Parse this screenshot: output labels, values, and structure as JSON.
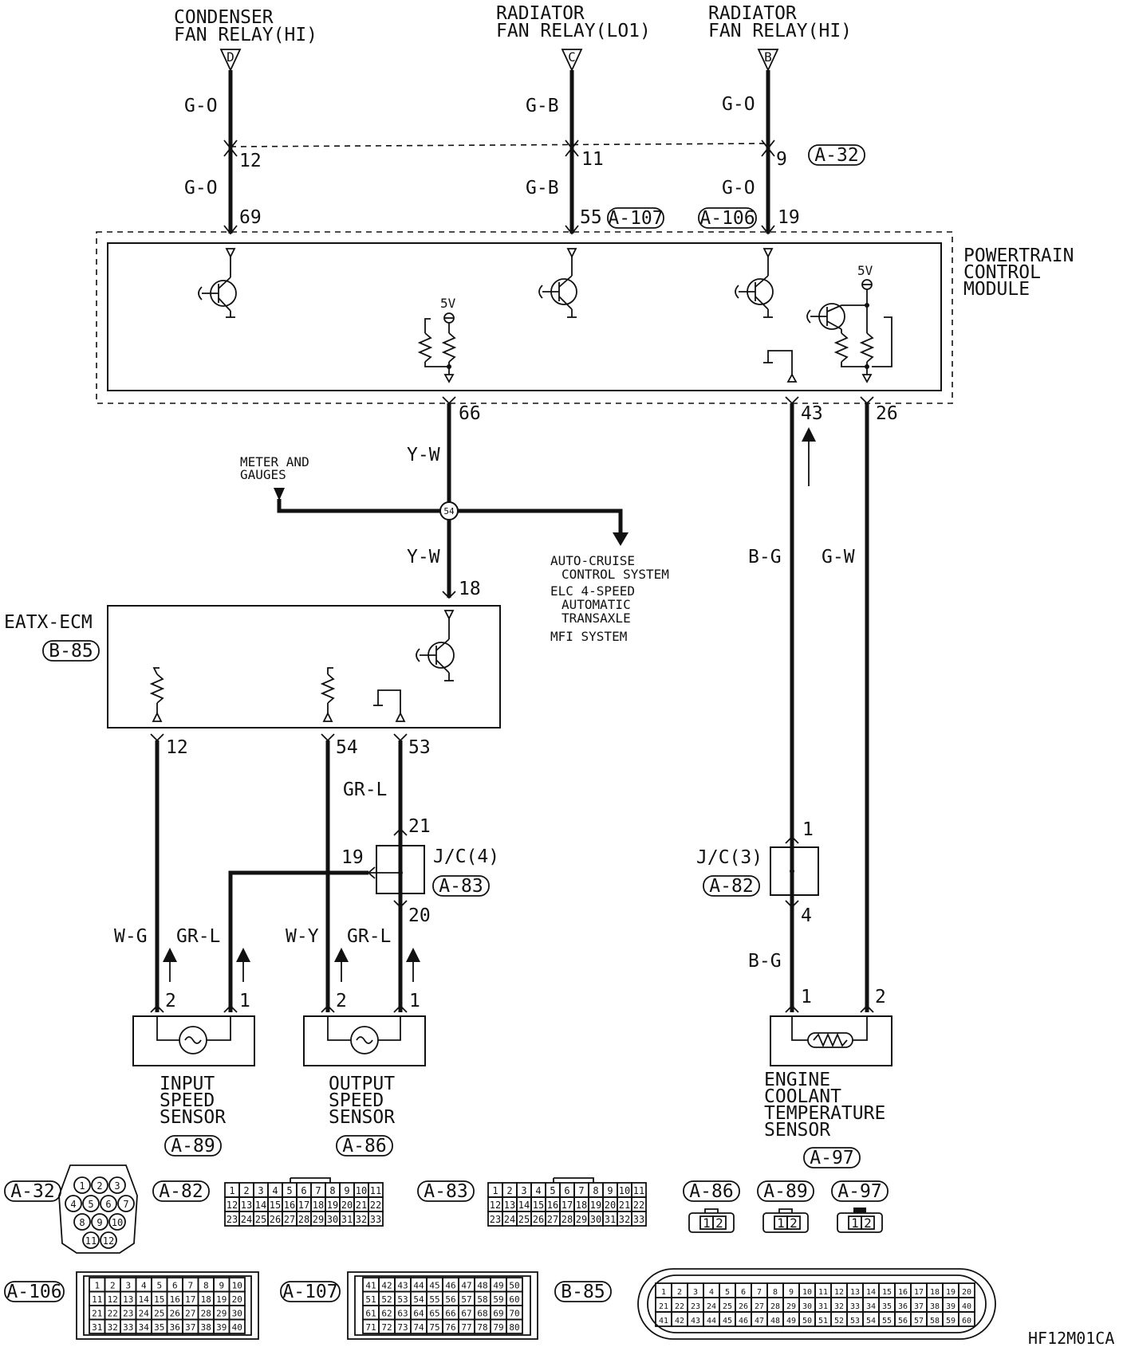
{
  "top_relays": [
    {
      "title_lines": [
        "CONDENSER",
        "FAN RELAY(HI)"
      ],
      "letter": "D",
      "upper_wire": "G-O",
      "conn_pin": "12",
      "lower_wire": "G-O",
      "pcm_pin": "69"
    },
    {
      "title_lines": [
        "RADIATOR",
        "FAN RELAY(LO1)"
      ],
      "letter": "C",
      "upper_wire": "G-B",
      "conn_pin": "11",
      "lower_wire": "G-B",
      "pcm_pin": "55"
    },
    {
      "title_lines": [
        "RADIATOR",
        "FAN RELAY(HI)"
      ],
      "letter": "B",
      "upper_wire": "G-O",
      "conn_pin": "9",
      "lower_wire": "G-O",
      "pcm_pin": "19"
    }
  ],
  "intermediate_connector": "A-32",
  "pcm": {
    "title_lines": [
      "POWERTRAIN",
      "CONTROL",
      "MODULE"
    ],
    "connector_tags": [
      "A-107",
      "A-106"
    ],
    "supply_a": "5V",
    "supply_b": "5V",
    "out_pins": {
      "speed": "66",
      "ect_sig": "43",
      "ect_gnd": "26"
    }
  },
  "speed_bus": {
    "upper_wire": "Y-W",
    "splice": "54",
    "lower_wire": "Y-W",
    "meter_label_lines": [
      "METER AND",
      "GAUGES"
    ],
    "branch_items": [
      [
        "AUTO-CRUISE",
        "CONTROL SYSTEM"
      ],
      [
        "ELC 4-SPEED",
        "AUTOMATIC",
        "TRANSAXLE"
      ],
      [
        "MFI SYSTEM"
      ]
    ]
  },
  "eatx": {
    "title": "EATX-ECM",
    "tag": "B-85",
    "in_pin": "18",
    "pins": [
      "12",
      "54",
      "53"
    ]
  },
  "jc4": {
    "label": "J/C(4)",
    "tag": "A-83",
    "pins": {
      "top": "21",
      "side": "19",
      "bottom": "20"
    },
    "upper_wire": "GR-L"
  },
  "jc3": {
    "label": "J/C(3)",
    "tag": "A-82",
    "pins": {
      "top": "1",
      "bottom": "4"
    }
  },
  "ect_wires": {
    "sig_upper": "B-G",
    "gnd": "G-W",
    "sig_lower": "B-G"
  },
  "sensors": [
    {
      "name_lines": [
        "INPUT",
        "SPEED",
        "SENSOR"
      ],
      "tag": "A-89",
      "wire_left": "W-G",
      "wire_right": "GR-L",
      "pin_left": "2",
      "pin_right": "1"
    },
    {
      "name_lines": [
        "OUTPUT",
        "SPEED",
        "SENSOR"
      ],
      "tag": "A-86",
      "wire_left": "W-Y",
      "wire_right": "GR-L",
      "pin_left": "2",
      "pin_right": "1"
    },
    {
      "name_lines": [
        "ENGINE",
        "COOLANT",
        "TEMPERATURE",
        "SENSOR"
      ],
      "tag": "A-97",
      "pin_left": "1",
      "pin_right": "2"
    }
  ],
  "connector_views": {
    "a32": {
      "tag": "A-32",
      "pins": [
        "1",
        "2",
        "3",
        "4",
        "5",
        "6",
        "7",
        "8",
        "9",
        "10",
        "11",
        "12"
      ]
    },
    "a82": {
      "tag": "A-82",
      "rows": [
        [
          "1",
          "2",
          "3",
          "4",
          "5",
          "6",
          "7",
          "8",
          "9",
          "10",
          "11"
        ],
        [
          "12",
          "13",
          "14",
          "15",
          "16",
          "17",
          "18",
          "19",
          "20",
          "21",
          "22"
        ],
        [
          "23",
          "24",
          "25",
          "26",
          "27",
          "28",
          "29",
          "30",
          "31",
          "32",
          "33"
        ]
      ]
    },
    "a83": {
      "tag": "A-83",
      "rows": [
        [
          "1",
          "2",
          "3",
          "4",
          "5",
          "6",
          "7",
          "8",
          "9",
          "10",
          "11"
        ],
        [
          "12",
          "13",
          "14",
          "15",
          "16",
          "17",
          "18",
          "19",
          "20",
          "21",
          "22"
        ],
        [
          "23",
          "24",
          "25",
          "26",
          "27",
          "28",
          "29",
          "30",
          "31",
          "32",
          "33"
        ]
      ]
    },
    "a86": {
      "tag": "A-86",
      "pins": [
        "1",
        "2"
      ]
    },
    "a89": {
      "tag": "A-89",
      "pins": [
        "1",
        "2"
      ]
    },
    "a97": {
      "tag": "A-97",
      "pins": [
        "1",
        "2"
      ]
    },
    "a106": {
      "tag": "A-106",
      "rows": [
        [
          "1",
          "2",
          "3",
          "4",
          "5",
          "6",
          "7",
          "8",
          "9",
          "10"
        ],
        [
          "11",
          "12",
          "13",
          "14",
          "15",
          "16",
          "17",
          "18",
          "19",
          "20"
        ],
        [
          "21",
          "22",
          "23",
          "24",
          "25",
          "26",
          "27",
          "28",
          "29",
          "30"
        ],
        [
          "31",
          "32",
          "33",
          "34",
          "35",
          "36",
          "37",
          "38",
          "39",
          "40"
        ]
      ]
    },
    "a107": {
      "tag": "A-107",
      "rows": [
        [
          "41",
          "42",
          "43",
          "44",
          "45",
          "46",
          "47",
          "48",
          "49",
          "50"
        ],
        [
          "51",
          "52",
          "53",
          "54",
          "55",
          "56",
          "57",
          "58",
          "59",
          "60"
        ],
        [
          "61",
          "62",
          "63",
          "64",
          "65",
          "66",
          "67",
          "68",
          "69",
          "70"
        ],
        [
          "71",
          "72",
          "73",
          "74",
          "75",
          "76",
          "77",
          "78",
          "79",
          "80"
        ]
      ]
    },
    "b85": {
      "tag": "B-85",
      "rows": [
        [
          "1",
          "2",
          "3",
          "4",
          "5",
          "6",
          "7",
          "8",
          "9",
          "10",
          "11",
          "12",
          "13",
          "14",
          "15",
          "16",
          "17",
          "18",
          "19",
          "20"
        ],
        [
          "21",
          "22",
          "23",
          "24",
          "25",
          "26",
          "27",
          "28",
          "29",
          "30",
          "31",
          "32",
          "33",
          "34",
          "35",
          "36",
          "37",
          "38",
          "39",
          "40"
        ],
        [
          "41",
          "42",
          "43",
          "44",
          "45",
          "46",
          "47",
          "48",
          "49",
          "50",
          "51",
          "52",
          "53",
          "54",
          "55",
          "56",
          "57",
          "58",
          "59",
          "60"
        ]
      ]
    }
  },
  "figure_code": "HF12M01CA"
}
